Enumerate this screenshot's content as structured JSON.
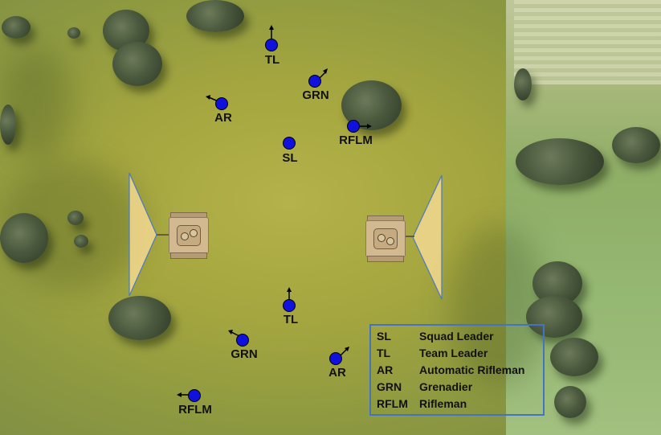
{
  "diagram": {
    "units_upper": [
      {
        "abbr": "TL",
        "heading": "up"
      },
      {
        "abbr": "GRN",
        "heading": "up-right"
      },
      {
        "abbr": "AR",
        "heading": "up-left"
      },
      {
        "abbr": "RFLM",
        "heading": "right"
      },
      {
        "abbr": "SL",
        "heading": "none"
      }
    ],
    "units_lower": [
      {
        "abbr": "TL",
        "heading": "up"
      },
      {
        "abbr": "GRN",
        "heading": "up-left"
      },
      {
        "abbr": "AR",
        "heading": "up-right"
      },
      {
        "abbr": "RFLM",
        "heading": "left"
      }
    ],
    "vehicles": [
      {
        "name": "tank",
        "facing": "left"
      },
      {
        "name": "tank",
        "facing": "right"
      }
    ],
    "colors": {
      "unit": "#1111dd",
      "sector": "#f2d890",
      "sector_edge": "#4a7bbf",
      "legend_border": "#4472c4"
    }
  },
  "legend": {
    "items": [
      {
        "abbr": "SL",
        "name": "Squad Leader"
      },
      {
        "abbr": "TL",
        "name": "Team Leader"
      },
      {
        "abbr": "AR",
        "name": "Automatic Rifleman"
      },
      {
        "abbr": "GRN",
        "name": "Grenadier"
      },
      {
        "abbr": "RFLM",
        "name": "Rifleman"
      }
    ]
  }
}
